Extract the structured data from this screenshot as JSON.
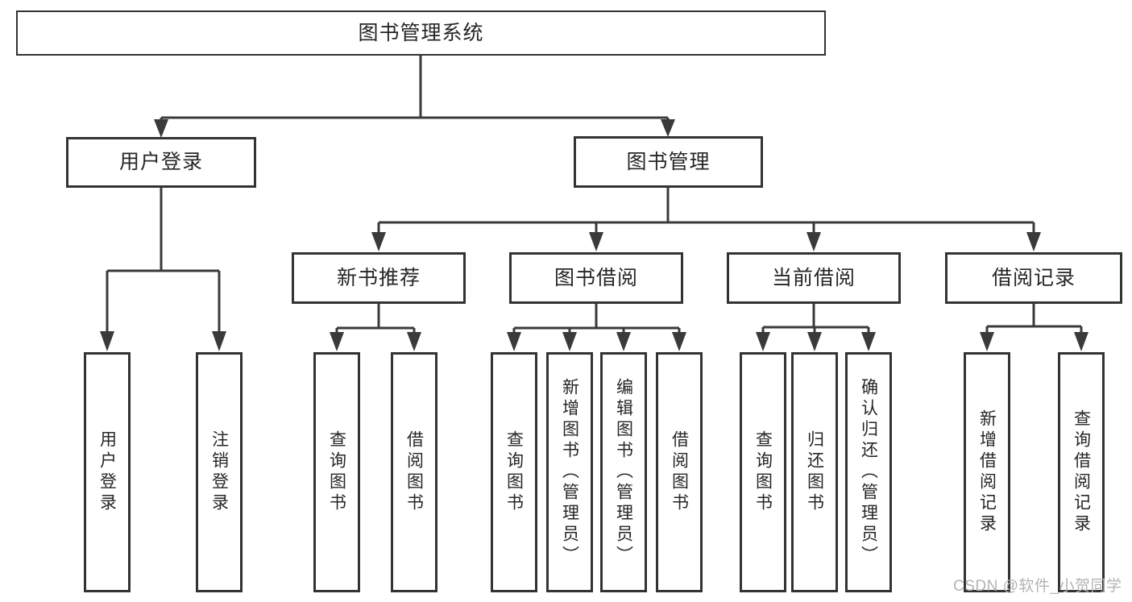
{
  "tree": {
    "root": {
      "label": "图书管理系统"
    },
    "level2": [
      {
        "label": "用户登录"
      },
      {
        "label": "图书管理"
      }
    ],
    "level3": [
      {
        "label": "新书推荐"
      },
      {
        "label": "图书借阅"
      },
      {
        "label": "当前借阅"
      },
      {
        "label": "借阅记录"
      }
    ],
    "leaves": {
      "user_login_group": [
        {
          "label": "用户登录"
        },
        {
          "label": "注销登录"
        }
      ],
      "new_book_group": [
        {
          "label": "查询图书"
        },
        {
          "label": "借阅图书"
        }
      ],
      "book_borrow_group": [
        {
          "label": "查询图书"
        },
        {
          "label": "新增图书（管理员）"
        },
        {
          "label": "编辑图书（管理员）"
        },
        {
          "label": "借阅图书"
        }
      ],
      "current_borrow_group": [
        {
          "label": "查询图书"
        },
        {
          "label": "归还图书"
        },
        {
          "label": "确认归还（管理员）"
        }
      ],
      "borrow_record_group": [
        {
          "label": "新增借阅记录"
        },
        {
          "label": "查询借阅记录"
        }
      ]
    }
  },
  "watermark": {
    "text": "CSDN @软件_小贺同学"
  },
  "colors": {
    "line": "#3a3a3a",
    "box_border": "#333333",
    "text": "#262626",
    "watermark": "#b3b3b3",
    "background": "#ffffff"
  }
}
